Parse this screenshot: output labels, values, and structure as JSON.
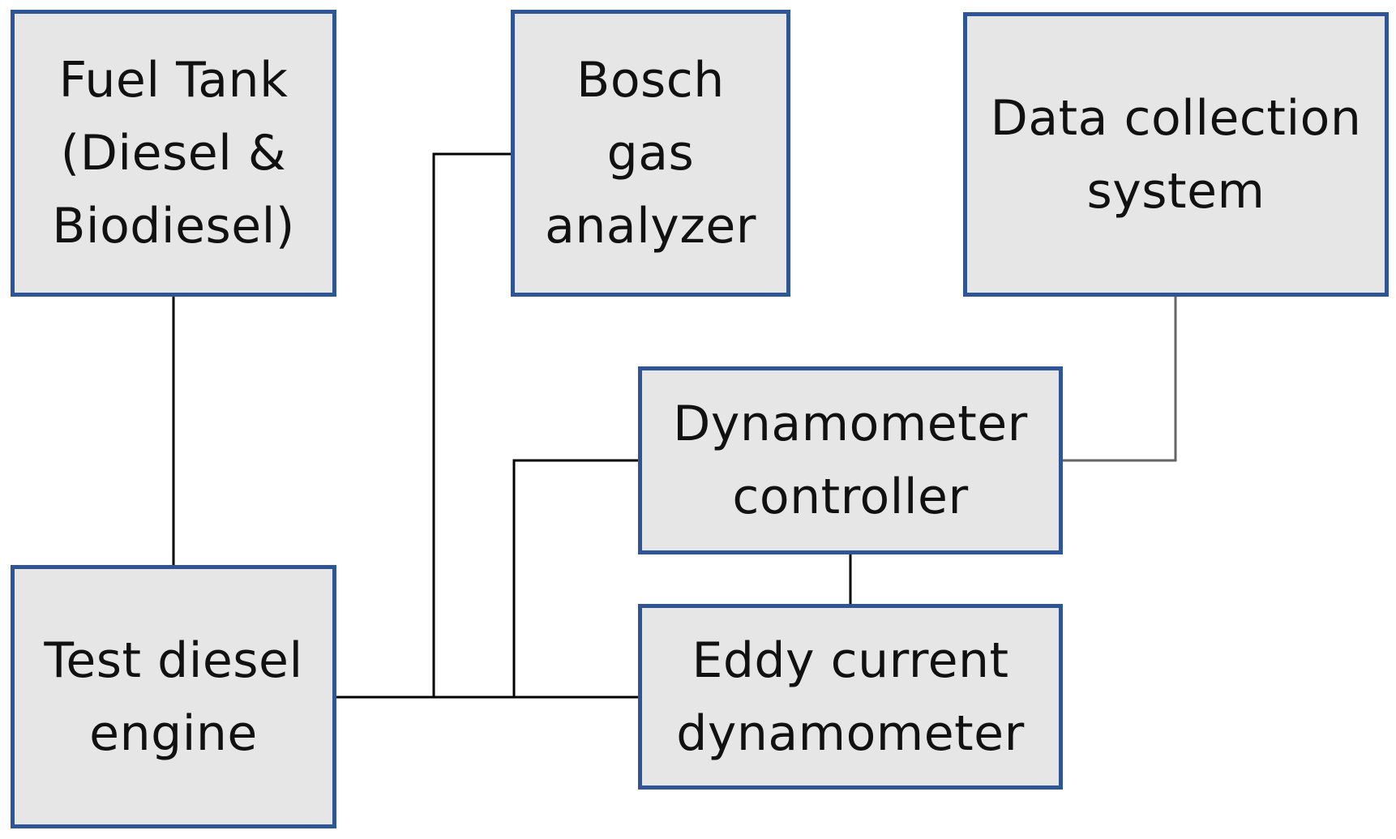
{
  "diagram": {
    "nodes": {
      "fuel_tank": {
        "lines": [
          "Fuel Tank",
          "(Diesel &",
          "Biodiesel)"
        ]
      },
      "bosch": {
        "lines": [
          "Bosch",
          "gas",
          "analyzer"
        ]
      },
      "data_collection": {
        "lines": [
          "Data collection",
          "system"
        ]
      },
      "dyn_controller": {
        "lines": [
          "Dynamometer",
          "controller"
        ]
      },
      "eddy": {
        "lines": [
          "Eddy current",
          "dynamometer"
        ]
      },
      "engine": {
        "lines": [
          "Test diesel",
          "engine"
        ]
      }
    },
    "connections": [
      {
        "from": "Fuel Tank (Diesel & Biodiesel)",
        "to": "Test diesel engine"
      },
      {
        "from": "Test diesel engine",
        "to": "Bosch gas analyzer"
      },
      {
        "from": "Test diesel engine",
        "to": "Dynamometer controller"
      },
      {
        "from": "Test diesel engine",
        "to": "Eddy current dynamometer"
      },
      {
        "from": "Dynamometer controller",
        "to": "Eddy current dynamometer"
      },
      {
        "from": "Dynamometer controller",
        "to": "Data collection system"
      }
    ],
    "colors": {
      "box_fill": "#e6e6e6",
      "box_border": "#2f5597",
      "line": "#000000",
      "line_grey": "#666666",
      "text": "#111111"
    }
  }
}
